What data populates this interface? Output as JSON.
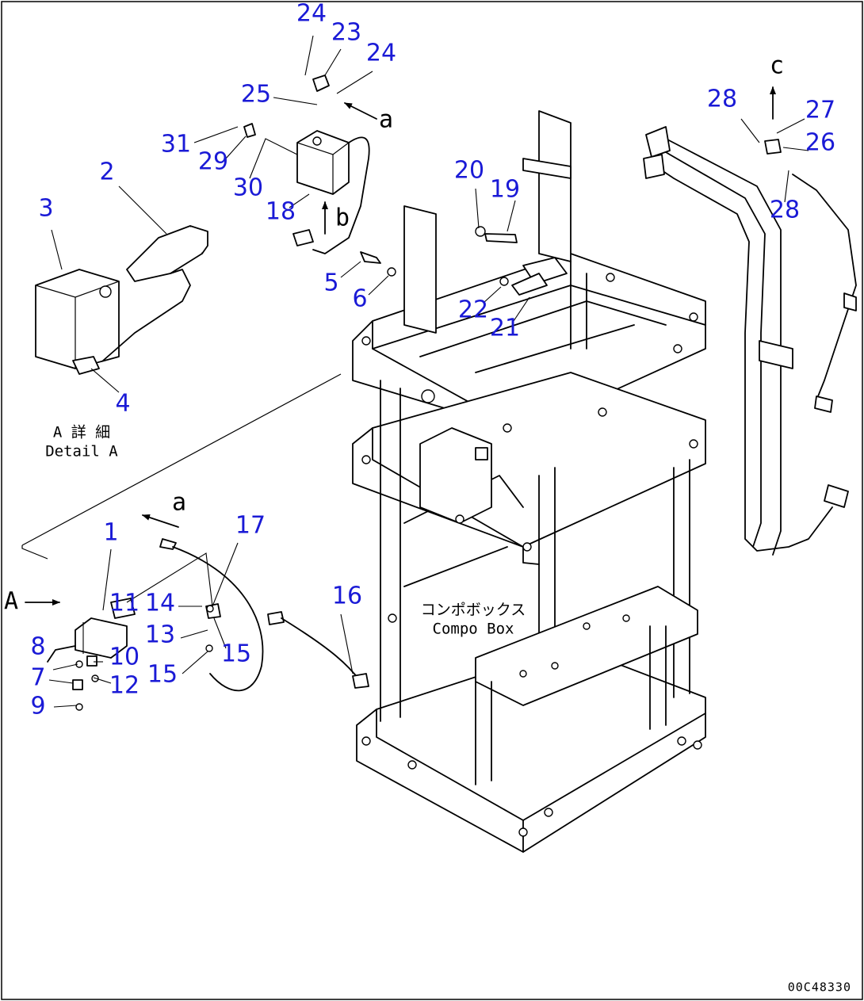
{
  "callouts": [
    "24",
    "23",
    "24",
    "25",
    "31",
    "29",
    "30",
    "18",
    "2",
    "3",
    "4",
    "5",
    "6",
    "20",
    "19",
    "22",
    "21",
    "28",
    "27",
    "26",
    "28",
    "1",
    "11",
    "14",
    "13",
    "15",
    "15",
    "8",
    "10",
    "7",
    "12",
    "9",
    "16",
    "17"
  ],
  "notes": {
    "detail_a_jp": "A 詳 細",
    "detail_a_en": "Detail A",
    "compo_box_jp": "コンポボックス",
    "compo_box_en": "Compo Box",
    "view_letter": "A"
  },
  "arrow_letters": [
    "a",
    "b",
    "a",
    "c"
  ],
  "figure_ref": "00C48330",
  "colors": {
    "callout": "#1a1ad6",
    "line": "#000000",
    "background": "#ffffff"
  }
}
